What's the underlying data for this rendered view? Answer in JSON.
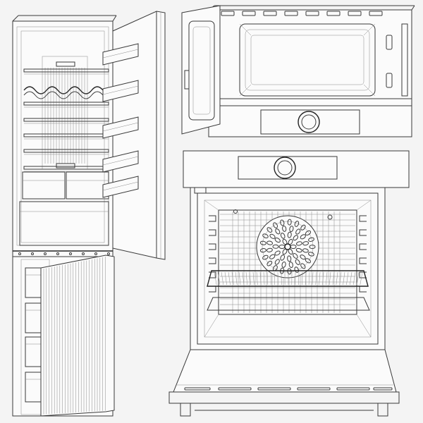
{
  "scene": {
    "background": "#f4f4f4",
    "line_color": "#3a3a3a",
    "thin_color": "#8a8a8a",
    "objects": [
      "fridge-freezer-wireframe",
      "microwave-wireframe",
      "built-in-oven-wireframe"
    ]
  },
  "fridge": {
    "fridge_shelves": 6,
    "door_bins": 5,
    "crisper_drawers": 2,
    "freezer_drawers": 4,
    "doors_open": true
  },
  "microwave": {
    "door_open": true,
    "control_knobs": 1
  },
  "oven": {
    "door_open": true,
    "rack_rails_per_side": 6,
    "fan_cover": true,
    "control_knobs": 1
  }
}
